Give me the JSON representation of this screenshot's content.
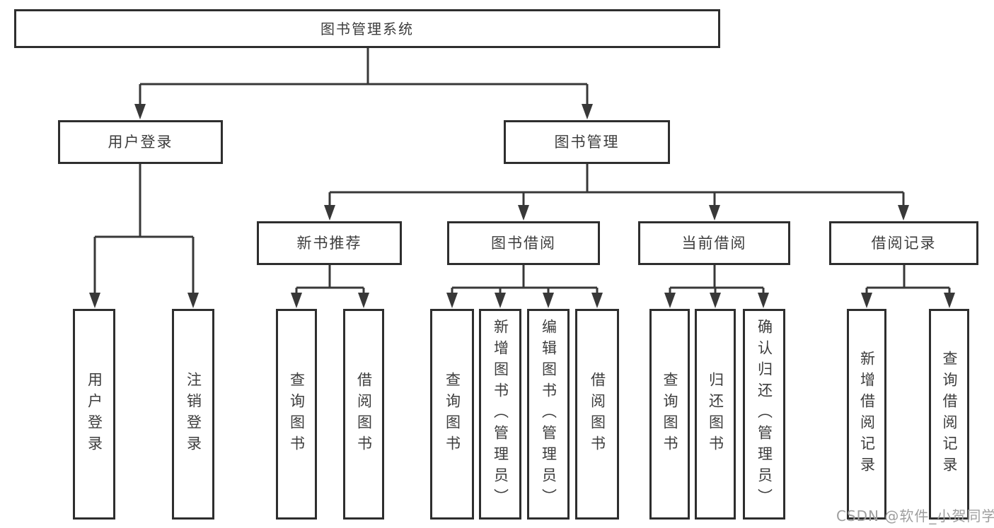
{
  "diagram_type": "hierarchy-tree",
  "tree": {
    "root": {
      "label": "图书管理系统"
    },
    "branches": [
      {
        "label": "用户登录",
        "children": [
          {
            "label": "用户登录"
          },
          {
            "label": "注销登录"
          }
        ]
      },
      {
        "label": "图书管理",
        "children": [
          {
            "label": "新书推荐",
            "children": [
              {
                "label": "查询图书"
              },
              {
                "label": "借阅图书"
              }
            ]
          },
          {
            "label": "图书借阅",
            "children": [
              {
                "label": "查询图书"
              },
              {
                "label": "新增图书（管理员）"
              },
              {
                "label": "编辑图书（管理员）"
              },
              {
                "label": "借阅图书"
              }
            ]
          },
          {
            "label": "当前借阅",
            "children": [
              {
                "label": "查询图书"
              },
              {
                "label": "归还图书"
              },
              {
                "label": "确认归还（管理员）"
              }
            ]
          },
          {
            "label": "借阅记录",
            "children": [
              {
                "label": "新增借阅记录"
              },
              {
                "label": "查询借阅记录"
              }
            ]
          }
        ]
      }
    ]
  },
  "watermark": "CSDN @软件_小贺同学",
  "colors": {
    "line": "#383838",
    "box-border": "#2e2e2e",
    "box-bg": "#ffffff",
    "text": "#3d3d3d",
    "watermark": "#9e9e9e",
    "page-bg": "#ffffff"
  }
}
